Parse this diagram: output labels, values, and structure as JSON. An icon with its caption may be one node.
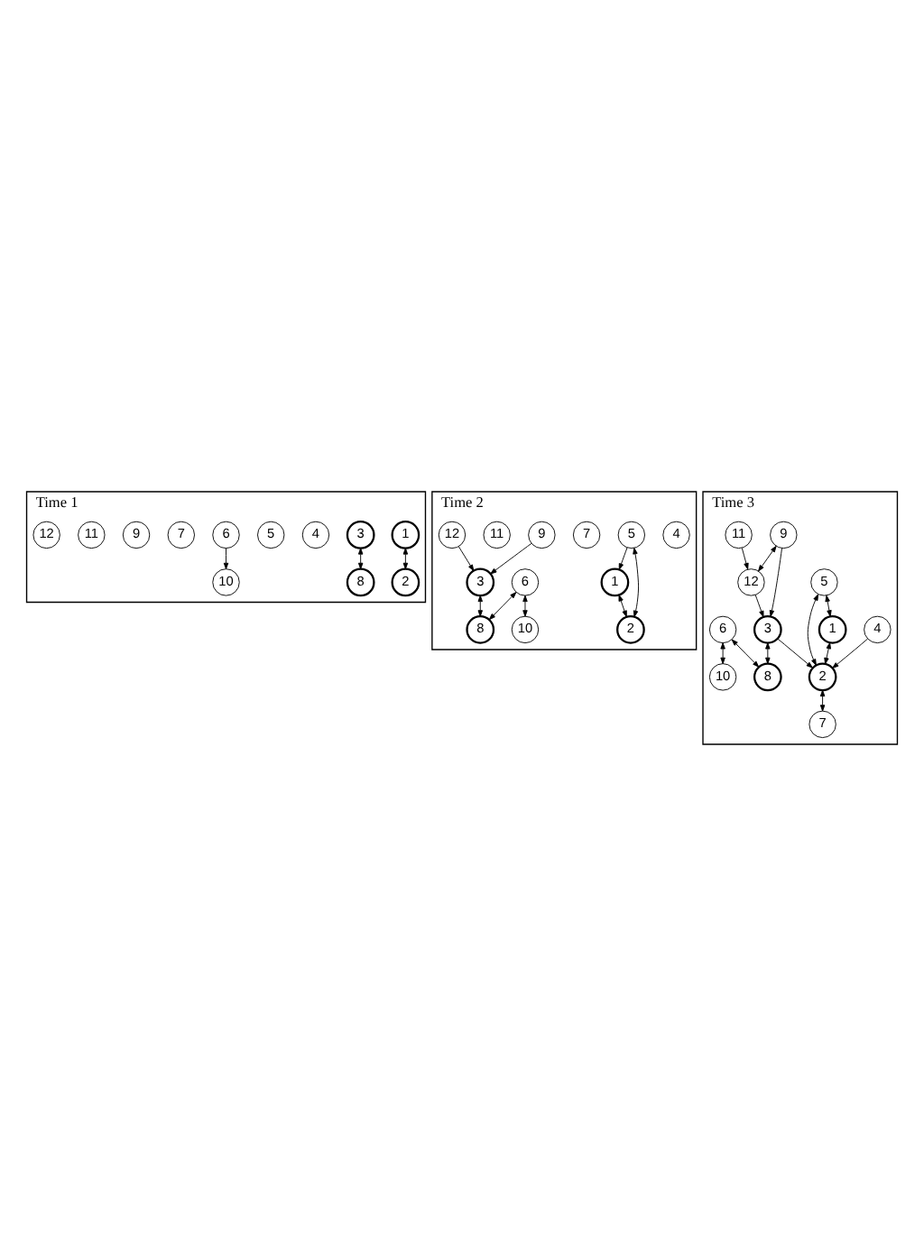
{
  "diagram": {
    "nodes": [
      {
        "text": [
          "Time 1"
        ]
      },
      {
        "text": [
          "1"
        ],
        "in": 0
      },
      {
        "text": [
          "2"
        ],
        "in": 0
      },
      {
        "text": [
          "3"
        ],
        "in": 0
      },
      {
        "text": [
          "4"
        ],
        "in": 0
      },
      {
        "text": [
          "5"
        ],
        "in": 0
      },
      {
        "text": [
          "6"
        ],
        "in": 0
      },
      {
        "text": [
          "7"
        ],
        "in": 0
      },
      {
        "text": [
          "8"
        ],
        "in": 0
      },
      {
        "text": [
          "9"
        ],
        "in": 0
      },
      {
        "text": [
          "10"
        ],
        "in": 0
      },
      {
        "text": [
          "11"
        ],
        "in": 0
      },
      {
        "text": [
          "12"
        ],
        "in": 0
      },
      {
        "text": [
          "Time 2"
        ]
      },
      {
        "text": [
          "1"
        ],
        "in": 13
      },
      {
        "text": [
          "2"
        ],
        "in": 13
      },
      {
        "text": [
          "3"
        ],
        "in": 13
      },
      {
        "text": [
          "4"
        ],
        "in": 13
      },
      {
        "text": [
          "5"
        ],
        "in": 13
      },
      {
        "text": [
          "6"
        ],
        "in": 13
      },
      {
        "text": [
          "7"
        ],
        "in": 13
      },
      {
        "text": [
          "8"
        ],
        "in": 13
      },
      {
        "text": [
          "9"
        ],
        "in": 13
      },
      {
        "text": [
          "10"
        ],
        "in": 13
      },
      {
        "text": [
          "11"
        ],
        "in": 13
      },
      {
        "text": [
          "12"
        ],
        "in": 13
      },
      {
        "text": [
          "Time 3"
        ]
      },
      {
        "text": [
          "1"
        ],
        "in": 26
      },
      {
        "text": [
          "2"
        ],
        "in": 26
      },
      {
        "text": [
          "3"
        ],
        "in": 26
      },
      {
        "text": [
          "4"
        ],
        "in": 26
      },
      {
        "text": [
          "5"
        ],
        "in": 26
      },
      {
        "text": [
          "6"
        ],
        "in": 26
      },
      {
        "text": [
          "7"
        ],
        "in": 26
      },
      {
        "text": [
          "8"
        ],
        "in": 26
      },
      {
        "text": [
          "9"
        ],
        "in": 26
      },
      {
        "text": [
          "10"
        ],
        "in": 26
      },
      {
        "text": [
          "11"
        ],
        "in": 26
      },
      {
        "text": [
          "12"
        ],
        "in": 26
      }
    ],
    "edges": [
      {
        "from": 1,
        "to": 2,
        "arrow": "both"
      },
      {
        "from": 3,
        "to": 8,
        "arrow": "both"
      },
      {
        "from": 6,
        "to": 10,
        "arrow": "to"
      },
      {
        "from": 18,
        "to": 14,
        "arrow": "to"
      },
      {
        "from": 18,
        "to": 15,
        "arrow": "both"
      },
      {
        "from": 14,
        "to": 15,
        "arrow": "both"
      },
      {
        "from": 22,
        "to": 16,
        "arrow": "to"
      },
      {
        "from": 25,
        "to": 16,
        "arrow": "to"
      },
      {
        "from": 16,
        "to": 21,
        "arrow": "both"
      },
      {
        "from": 19,
        "to": 21,
        "arrow": "both"
      },
      {
        "from": 19,
        "to": 23,
        "arrow": "both"
      },
      {
        "from": 31,
        "to": 27,
        "arrow": "both"
      },
      {
        "from": 31,
        "to": 28,
        "arrow": "both"
      },
      {
        "from": 30,
        "to": 28,
        "arrow": "to"
      },
      {
        "from": 27,
        "to": 28,
        "arrow": "both"
      },
      {
        "from": 28,
        "to": 33,
        "arrow": "both"
      },
      {
        "from": 29,
        "to": 28,
        "arrow": "to"
      },
      {
        "from": 35,
        "to": 29,
        "arrow": "to"
      },
      {
        "from": 35,
        "to": 38,
        "arrow": "both"
      },
      {
        "from": 38,
        "to": 29,
        "arrow": "to"
      },
      {
        "from": 29,
        "to": 34,
        "arrow": "both"
      },
      {
        "from": 32,
        "to": 34,
        "arrow": "both"
      },
      {
        "from": 32,
        "to": 36,
        "arrow": "both"
      },
      {
        "from": 37,
        "to": 38,
        "arrow": "to"
      }
    ]
  }
}
